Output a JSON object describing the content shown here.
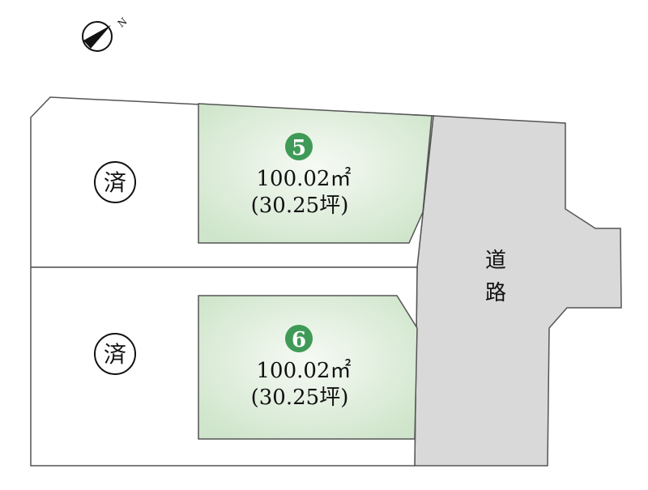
{
  "compass": {
    "label": "N"
  },
  "lots": [
    {
      "status": "済"
    },
    {
      "number": "5",
      "area_m2": "100.02㎡",
      "area_tsubo": "(30.25坪)"
    },
    {
      "status": "済"
    },
    {
      "number": "6",
      "area_m2": "100.02㎡",
      "area_tsubo": "(30.25坪)"
    }
  ],
  "road": {
    "label_1": "道",
    "label_2": "路"
  },
  "colors": {
    "lot_fill": "#dcecd8",
    "badge": "#3f9a57",
    "road": "#d9d9d9",
    "line": "#555555"
  }
}
